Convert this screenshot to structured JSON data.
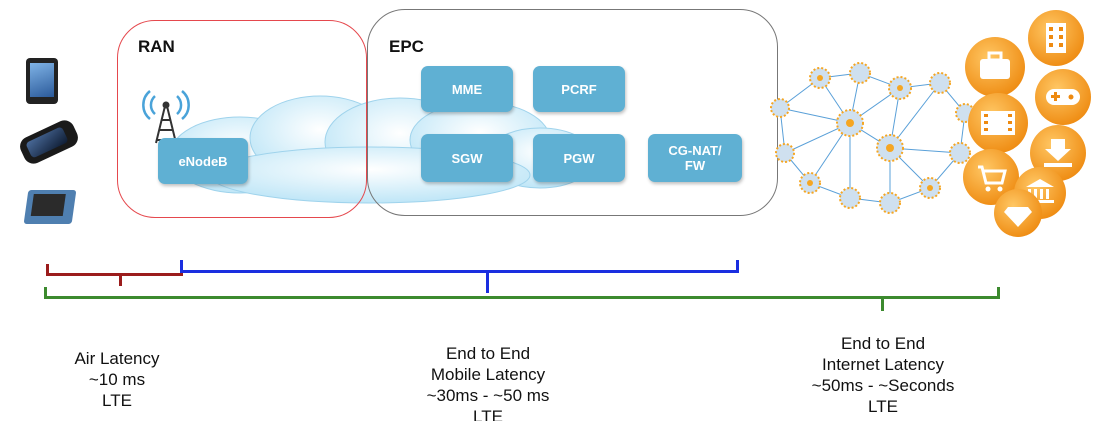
{
  "regions": {
    "ran": {
      "label": "RAN",
      "border_color": "#e5484d"
    },
    "epc": {
      "label": "EPC",
      "border_color": "#777777"
    }
  },
  "nodes": {
    "enodeb": "eNodeB",
    "mme": "MME",
    "pcrf": "PCRF",
    "sgw": "SGW",
    "pgw": "PGW",
    "cgnat_line1": "CG-NAT/",
    "cgnat_line2": "FW"
  },
  "latency": {
    "air": {
      "line1": "Air Latency",
      "line2": "~10 ms",
      "line3": "LTE"
    },
    "mobile": {
      "line1": "End to End",
      "line2": "Mobile Latency",
      "line3": "~30ms - ~50 ms",
      "line4": "LTE"
    },
    "internet": {
      "line1": "End to End",
      "line2": "Internet Latency",
      "line3": "~50ms - ~Seconds",
      "line4": "LTE"
    }
  },
  "colors": {
    "node_fill": "#5fb0d3",
    "air_bracket": "#9b1c1c",
    "mobile_bracket": "#1a2ee0",
    "internet_bracket": "#3c8a2e",
    "service_orange": "#f5a623"
  },
  "icons": [
    "tablet-icon",
    "smartphone-icon",
    "tablet-case-icon",
    "cell-tower-icon",
    "cloud-icon",
    "internet-mesh-icon",
    "building-icon",
    "luggage-icon",
    "gamepad-icon",
    "film-icon",
    "download-icon",
    "cart-icon",
    "bank-icon",
    "diamond-icon"
  ]
}
